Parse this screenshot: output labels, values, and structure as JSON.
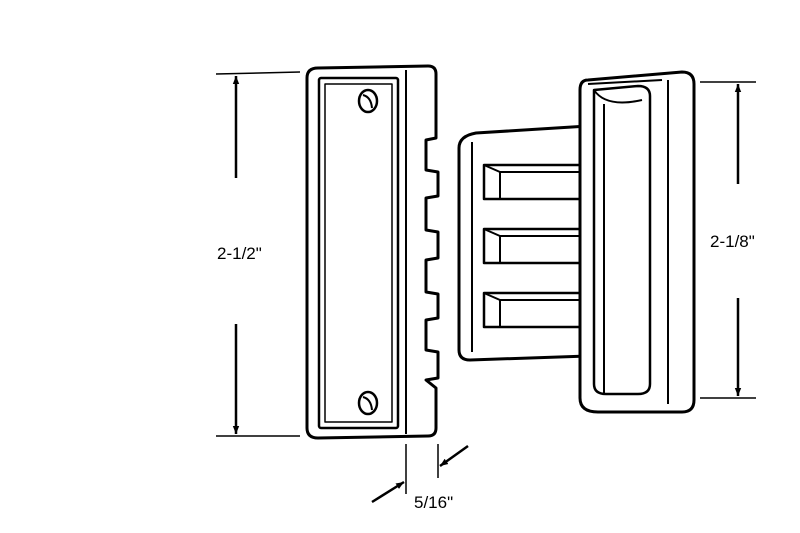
{
  "dimensions": {
    "left_height": "2-1/2\"",
    "right_height": "2-1/8\"",
    "thickness": "5/16\""
  },
  "colors": {
    "line": "#000000",
    "fill": "#ffffff"
  }
}
